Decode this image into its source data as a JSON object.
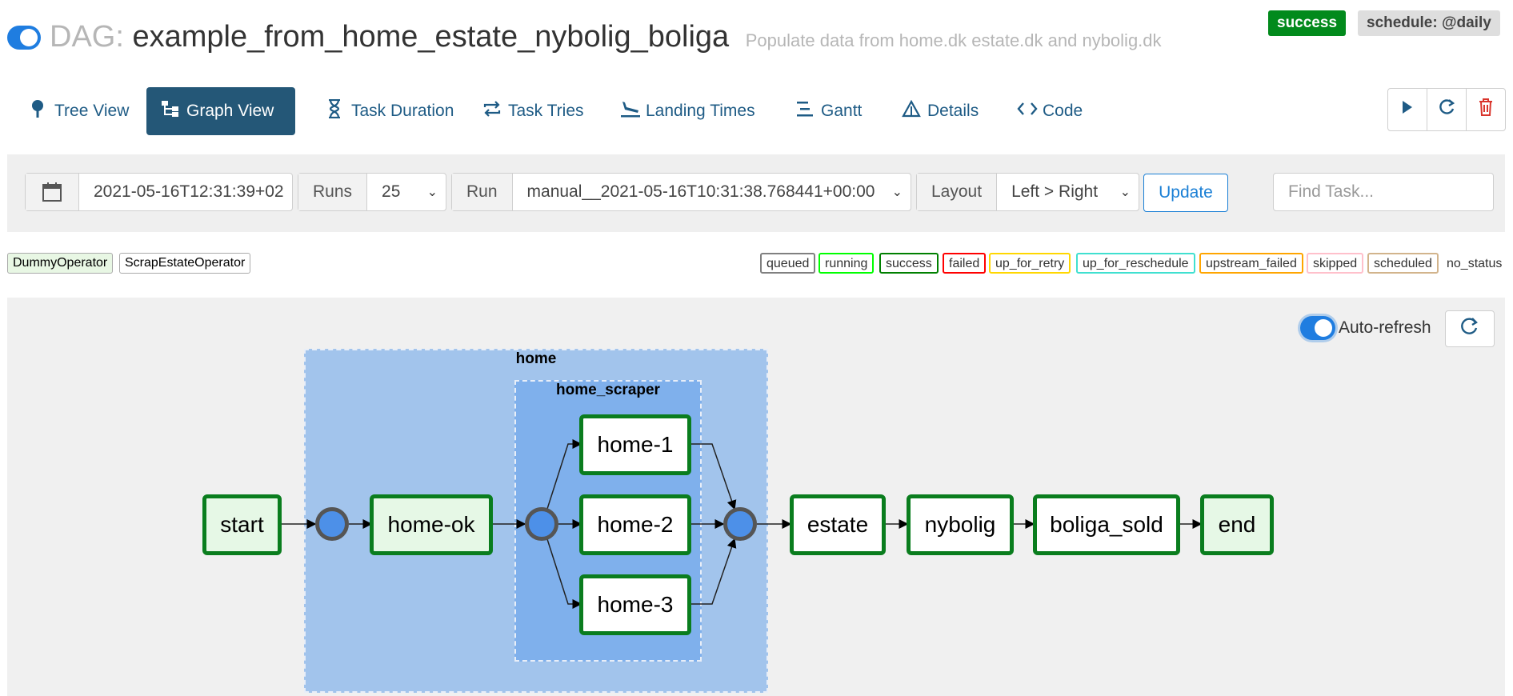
{
  "header": {
    "dag_prefix": "DAG:",
    "dag_id": "example_from_home_estate_nybolig_boliga",
    "description": "Populate data from home.dk estate.dk and nybolig.dk",
    "status_badge": "success",
    "schedule_badge": "schedule: @daily"
  },
  "nav": {
    "tabs": [
      {
        "label": "Tree View",
        "icon": "tree-icon"
      },
      {
        "label": "Graph View",
        "icon": "graph-icon",
        "active": true
      },
      {
        "label": "Task Duration",
        "icon": "hourglass-icon"
      },
      {
        "label": "Task Tries",
        "icon": "retry-icon"
      },
      {
        "label": "Landing Times",
        "icon": "plane-landing-icon"
      },
      {
        "label": "Gantt",
        "icon": "gantt-icon"
      },
      {
        "label": "Details",
        "icon": "warning-triangle-icon"
      },
      {
        "label": "Code",
        "icon": "code-icon"
      }
    ],
    "actions": [
      "play-icon",
      "refresh-icon",
      "trash-icon"
    ]
  },
  "controls": {
    "base_date": "2021-05-16T12:31:39+02",
    "runs_label": "Runs",
    "runs_value": "25",
    "run_label": "Run",
    "run_value": "manual__2021-05-16T10:31:38.768441+00:00",
    "layout_label": "Layout",
    "layout_value": "Left > Right",
    "update_label": "Update",
    "find_placeholder": "Find Task..."
  },
  "legend": {
    "operators": [
      {
        "label": "DummyOperator",
        "color": "#e8f7e4"
      },
      {
        "label": "ScrapEstateOperator",
        "color": "#ffffff"
      }
    ],
    "states": [
      {
        "label": "queued",
        "color": "#808080"
      },
      {
        "label": "running",
        "color": "#00ff00"
      },
      {
        "label": "success",
        "color": "#008000"
      },
      {
        "label": "failed",
        "color": "#ff0000"
      },
      {
        "label": "up_for_retry",
        "color": "#ffd700"
      },
      {
        "label": "up_for_reschedule",
        "color": "#40e0d0"
      },
      {
        "label": "upstream_failed",
        "color": "#ffa500"
      },
      {
        "label": "skipped",
        "color": "#ffc0cb"
      },
      {
        "label": "scheduled",
        "color": "#d2b48c"
      },
      {
        "label": "no_status",
        "color": "#ffffff"
      }
    ]
  },
  "graph": {
    "autorefresh_label": "Auto-refresh",
    "clusters": {
      "outer": "home",
      "inner": "home_scraper"
    },
    "nodes": {
      "start": "start",
      "home_ok": "home-ok",
      "home_1": "home-1",
      "home_2": "home-2",
      "home_3": "home-3",
      "estate": "estate",
      "nybolig": "nybolig",
      "boliga_sold": "boliga_sold",
      "end": "end"
    }
  }
}
